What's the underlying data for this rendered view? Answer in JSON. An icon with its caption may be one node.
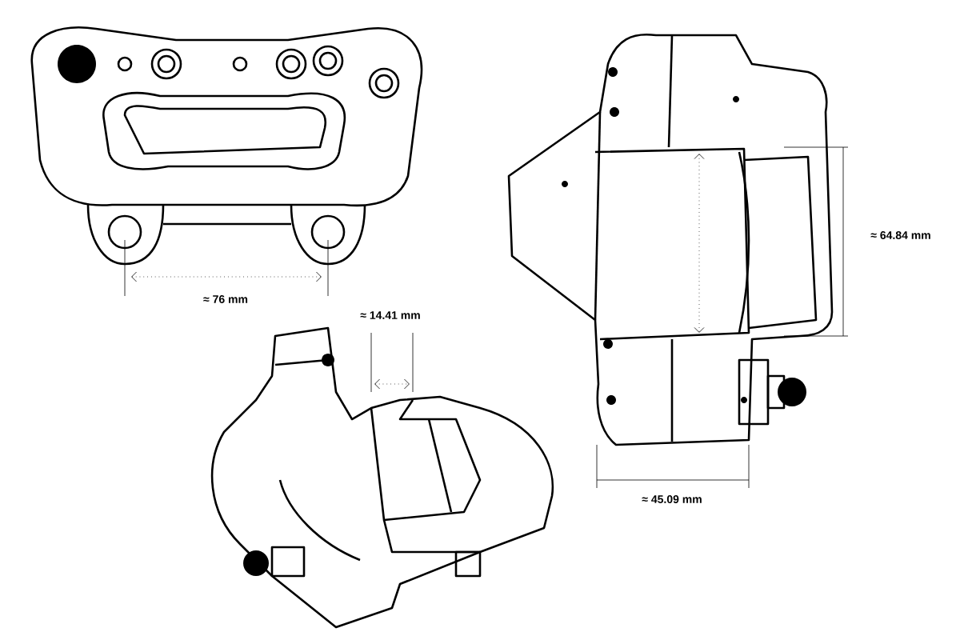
{
  "diagram": {
    "labels": [
      "≈ 76 mm",
      "≈ 14.41 mm",
      "≈ 64.84 mm",
      "≈ 45.09 mm"
    ]
  }
}
